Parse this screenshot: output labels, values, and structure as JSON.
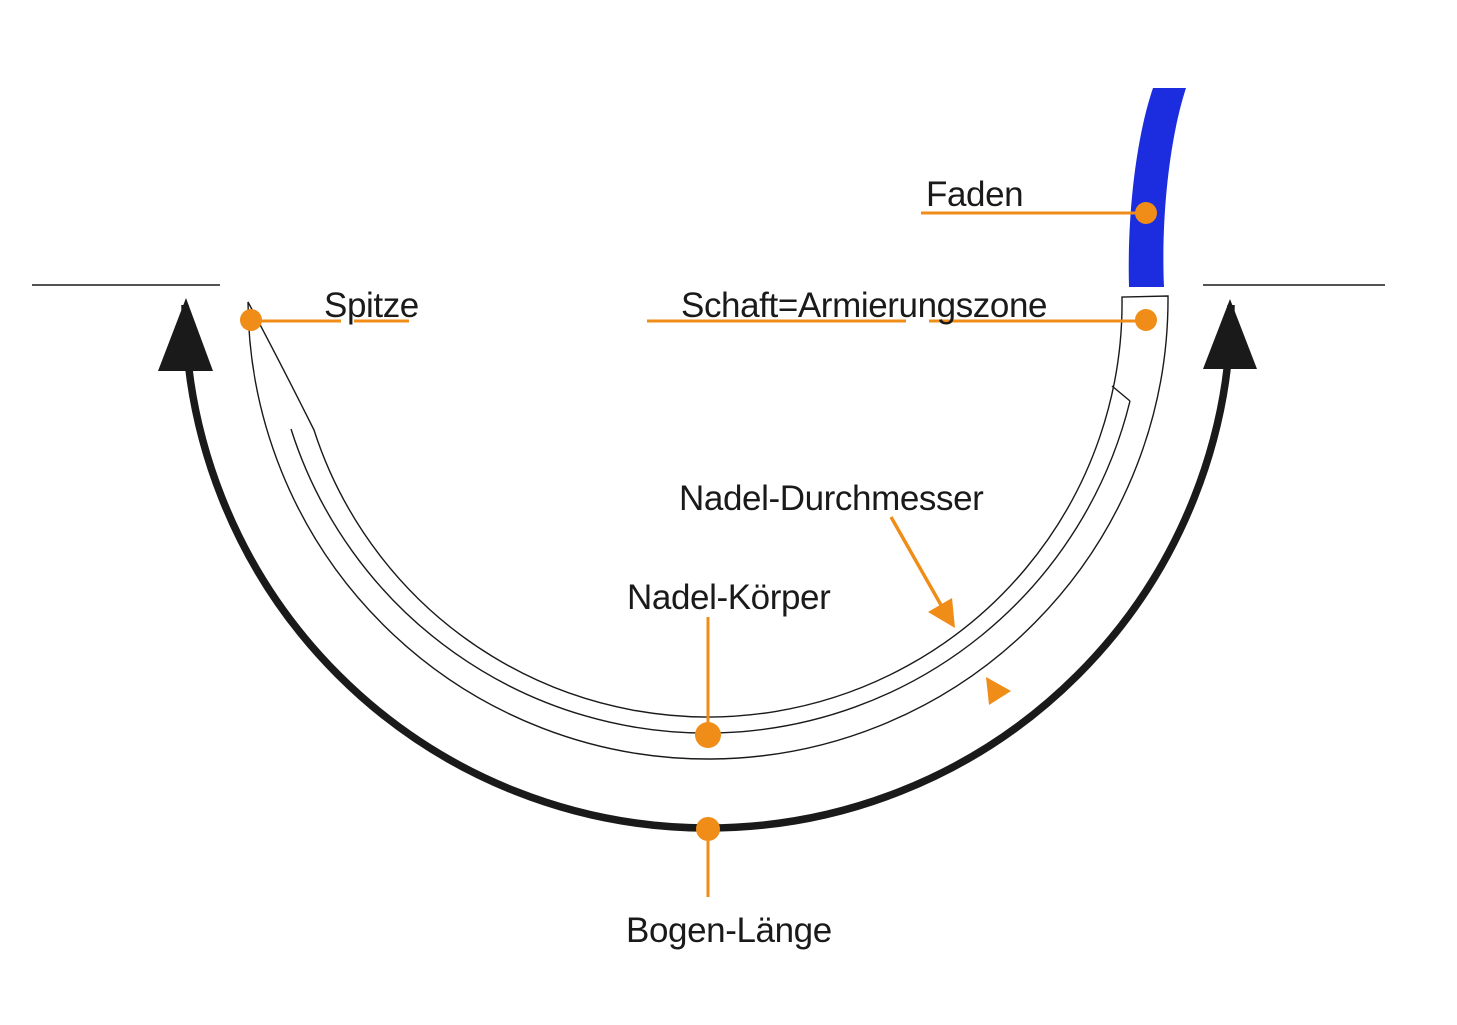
{
  "labels": {
    "faden": "Faden",
    "spitze": "Spitze",
    "schaft_armierungszone": "Schaft=Armierungszone",
    "nadel_durchmesser": "Nadel-Durchmesser",
    "nadel_koerper": "Nadel-Körper",
    "bogen_laenge": "Bogen-Länge"
  },
  "colors": {
    "accent_orange": "#F08C18",
    "thread_blue": "#1B2DDE",
    "ink_black": "#1A1A1A",
    "background_white": "#FFFFFF"
  },
  "markers": {
    "faden_dot": "thread marker",
    "spitze_dot": "needle tip marker",
    "schaft_dot": "shaft / armoring zone marker",
    "koerper_dot": "needle body marker",
    "bogen_dot": "arc length marker"
  }
}
